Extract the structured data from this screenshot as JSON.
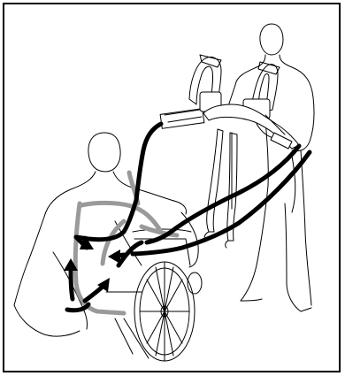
{
  "figure": {
    "border_color": "#000000",
    "background": "#ffffff",
    "strap_color": "#000000",
    "inner_strap_color": "#9a9a9a",
    "elements": [
      "caregiver-figure",
      "patient-figure",
      "wheelchair",
      "sling-hanger",
      "leg-strap-straps",
      "back-strap-loop",
      "direction-arrows"
    ]
  }
}
